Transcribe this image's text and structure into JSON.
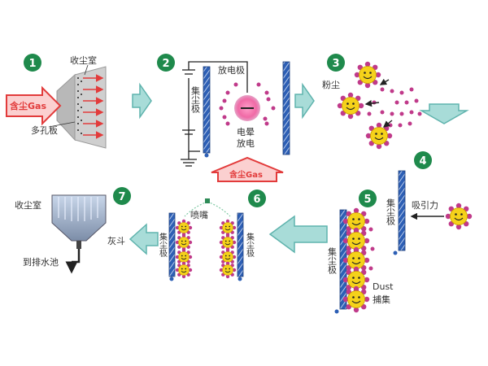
{
  "steps": [
    "1",
    "2",
    "3",
    "4",
    "5",
    "6",
    "7"
  ],
  "labels": {
    "collection_chamber": "收尘室",
    "perforated_plate": "多孔板",
    "dusty_gas": "含尘Gas",
    "discharge_electrode": "放电极",
    "collector_plate": "集尘极",
    "corona": "电晕",
    "discharge": "放电",
    "dust": "粉尘",
    "attraction": "吸引力",
    "dust_en": "Dust",
    "capture": "捕集",
    "nozzle": "喷嘴",
    "ash_hopper": "灰斗",
    "to_drain": "到排水池"
  },
  "colors": {
    "badge": "#1f8a4c",
    "flow_arrow_fill": "#a8dcd8",
    "flow_arrow_stroke": "#5fb3ad",
    "gas_arrow_fill": "#fbd0d0",
    "gas_arrow_stroke": "#e23b3b",
    "gas_text": "#e23b3b",
    "plate_blue": "#2d5fb5",
    "particle": "#c03a8a",
    "face": "#f5d21a"
  },
  "icons": [
    "smiley-dust-particle-icon",
    "nozzle-icon",
    "ground-icon",
    "negative-charge-icon"
  ]
}
